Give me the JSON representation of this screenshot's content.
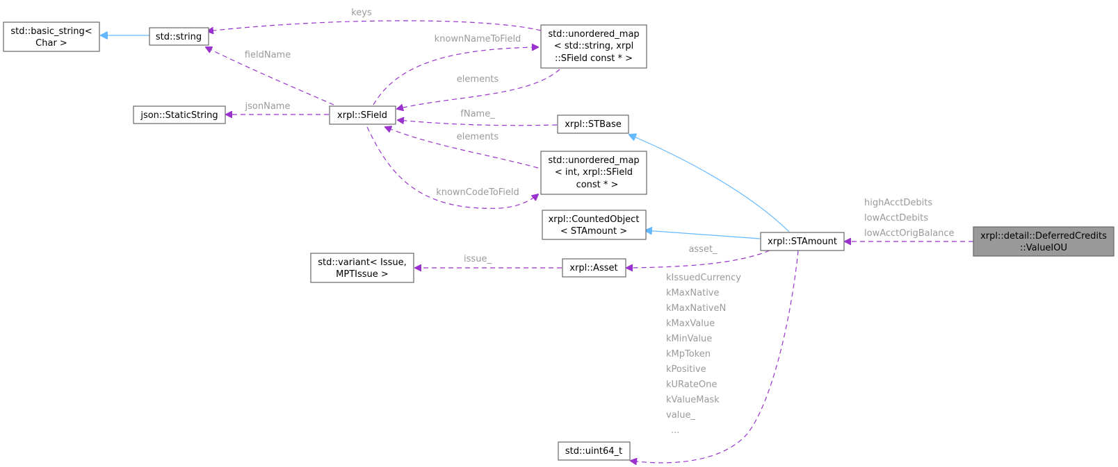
{
  "diagram": {
    "nodes": {
      "basic_string": {
        "lines": [
          "std::basic_string<",
          "Char >"
        ]
      },
      "string": {
        "lines": [
          "std::string"
        ]
      },
      "umap_string": {
        "lines": [
          "std::unordered_map",
          "< std::string, xrpl",
          "::SField const * >"
        ]
      },
      "static_string": {
        "lines": [
          "json::StaticString"
        ]
      },
      "sfield": {
        "lines": [
          "xrpl::SField"
        ]
      },
      "stbase": {
        "lines": [
          "xrpl::STBase"
        ]
      },
      "umap_int": {
        "lines": [
          "std::unordered_map",
          "< int, xrpl::SField",
          "const * >"
        ]
      },
      "counted": {
        "lines": [
          "xrpl::CountedObject",
          "< STAmount >"
        ]
      },
      "stamount": {
        "lines": [
          "xrpl::STAmount"
        ]
      },
      "valueiou": {
        "lines": [
          "xrpl::detail::DeferredCredits",
          "::ValueIOU"
        ]
      },
      "variant": {
        "lines": [
          "std::variant< Issue,",
          "MPTIssue >"
        ]
      },
      "asset": {
        "lines": [
          "xrpl::Asset"
        ]
      },
      "uint64": {
        "lines": [
          "std::uint64_t"
        ]
      }
    },
    "labels": {
      "keys": "keys",
      "known_name_to_field": "knownNameToField",
      "field_name": "fieldName",
      "elements_top": "elements",
      "json_name": "jsonName",
      "fname": "fName_",
      "elements_bottom": "elements",
      "known_code_to_field": "knownCodeToField",
      "asset": "asset_",
      "issue": "issue_",
      "stamount_members": [
        "highAcctDebits",
        "lowAcctDebits",
        "lowAcctOrigBalance"
      ],
      "uint64_members": [
        "kIssuedCurrency",
        "kMaxNative",
        "kMaxNativeN",
        "kMaxValue",
        "kMinValue",
        "kMpToken",
        "kPositive",
        "kURateOne",
        "kValueMask",
        "value_",
        "..."
      ]
    },
    "colors": {
      "usage_edge": "#9a32cd",
      "inheritance_edge": "#63b8ff",
      "label_text": "#9a9a9a",
      "focus_node_fill": "#999999",
      "node_border": "#666666"
    }
  }
}
